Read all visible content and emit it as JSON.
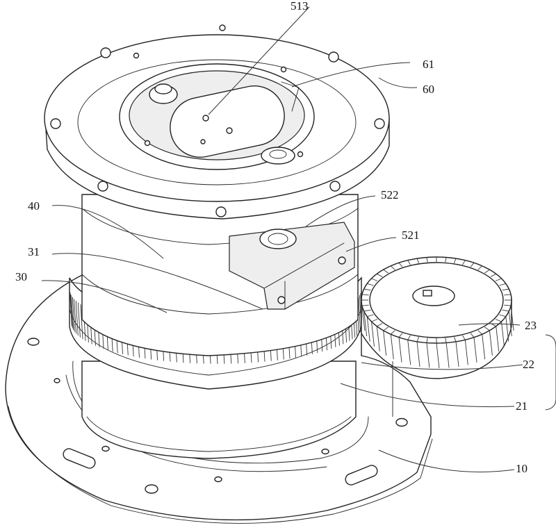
{
  "figure": {
    "labels": [
      {
        "id": "513",
        "text": "513"
      },
      {
        "id": "61",
        "text": "61"
      },
      {
        "id": "60",
        "text": "60"
      },
      {
        "id": "40",
        "text": "40"
      },
      {
        "id": "522",
        "text": "522"
      },
      {
        "id": "31",
        "text": "31"
      },
      {
        "id": "521",
        "text": "521"
      },
      {
        "id": "30",
        "text": "30"
      },
      {
        "id": "23",
        "text": "23"
      },
      {
        "id": "22",
        "text": "22"
      },
      {
        "id": "21",
        "text": "21"
      },
      {
        "id": "10",
        "text": "10"
      }
    ]
  }
}
